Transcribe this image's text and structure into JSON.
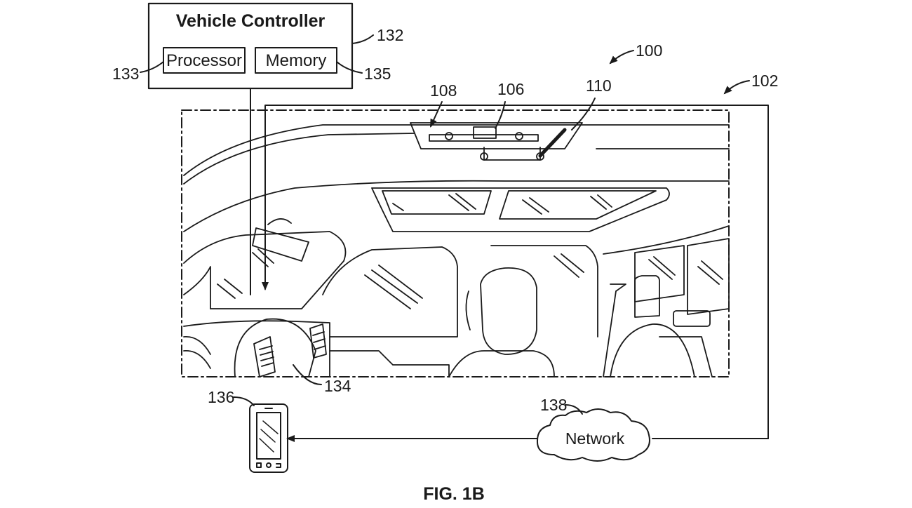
{
  "controller": {
    "title": "Vehicle Controller",
    "processor_label": "Processor",
    "memory_label": "Memory"
  },
  "network_label": "Network",
  "figure_caption": "FIG. 1B",
  "refs": {
    "system": "100",
    "vehicle": "102",
    "module": "106",
    "left_element": "108",
    "right_element": "110",
    "controller": "132",
    "processor": "133",
    "steering_wheel": "134",
    "memory": "135",
    "mobile_device": "136",
    "network": "138"
  },
  "colors": {
    "line": "#1a1a1a",
    "background": "#ffffff"
  }
}
